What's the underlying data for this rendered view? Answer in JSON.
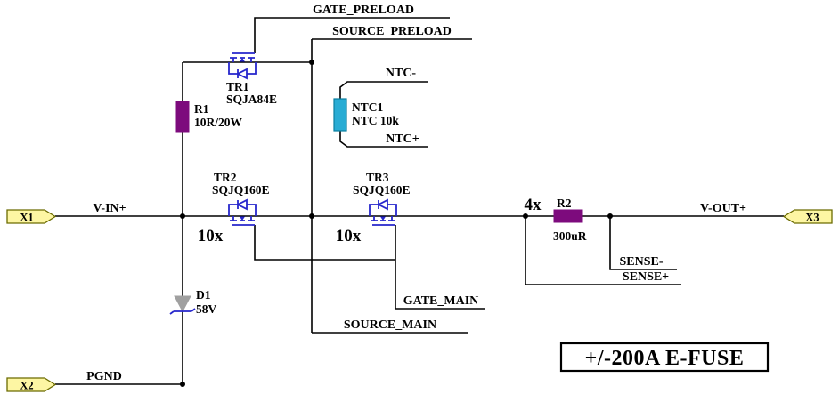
{
  "title_block": {
    "label": "+/-200A E-FUSE"
  },
  "connectors": {
    "x1": {
      "label": "X1"
    },
    "x2": {
      "label": "X2"
    },
    "x3": {
      "label": "X3"
    }
  },
  "nets": {
    "gate_preload": "GATE_PRELOAD",
    "source_preload": "SOURCE_PRELOAD",
    "ntc_minus": "NTC-",
    "ntc_plus": "NTC+",
    "v_in": "V-IN+",
    "v_out": "V-OUT+",
    "pgnd": "PGND",
    "gate_main": "GATE_MAIN",
    "source_main": "SOURCE_MAIN",
    "sense_minus": "SENSE-",
    "sense_plus": "SENSE+"
  },
  "components": {
    "tr1": {
      "ref": "TR1",
      "part": "SQJA84E"
    },
    "tr2": {
      "ref": "TR2",
      "part": "SQJQ160E",
      "multiplier": "10x"
    },
    "tr3": {
      "ref": "TR3",
      "part": "SQJQ160E",
      "multiplier": "10x"
    },
    "r1": {
      "ref": "R1",
      "value": "10R/20W"
    },
    "r2": {
      "ref": "R2",
      "value": "300uR",
      "multiplier": "4x"
    },
    "ntc1": {
      "ref": "NTC1",
      "value": "NTC 10k"
    },
    "d1": {
      "ref": "D1",
      "value": "58V"
    }
  },
  "colors": {
    "wire": "#000000",
    "symbol": "#2626cc",
    "resistor": "#7d0b7d",
    "ntc": "#29acd4",
    "ntc_border": "#0b7fa0",
    "diode_body": "#a0a0a0",
    "connector": "#fdf6a3",
    "connector_border": "#6b6b00",
    "background": "#ffffff"
  }
}
